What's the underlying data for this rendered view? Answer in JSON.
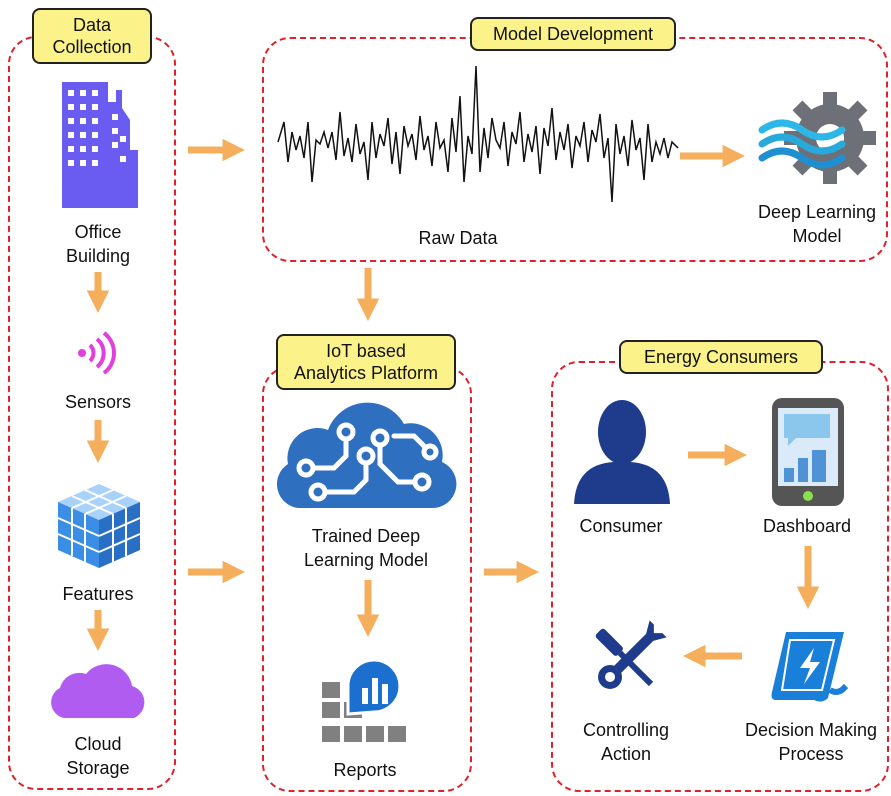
{
  "sections": {
    "data_collection": {
      "line1": "Data",
      "line2": "Collection"
    },
    "model_development": {
      "title": "Model Development"
    },
    "iot_platform": {
      "line1": "IoT based",
      "line2": "Analytics Platform"
    },
    "energy_consumers": {
      "title": "Energy Consumers"
    }
  },
  "nodes": {
    "office_building": {
      "line1": "Office",
      "line2": "Building"
    },
    "sensors": {
      "label": "Sensors"
    },
    "features": {
      "label": "Features"
    },
    "cloud_storage": {
      "line1": "Cloud",
      "line2": "Storage"
    },
    "raw_data": {
      "label": "Raw Data"
    },
    "deep_learning_model": {
      "line1": "Deep Learning",
      "line2": "Model"
    },
    "trained_model": {
      "line1": "Trained Deep",
      "line2": "Learning Model"
    },
    "reports": {
      "label": "Reports"
    },
    "consumer": {
      "label": "Consumer"
    },
    "dashboard": {
      "label": "Dashboard"
    },
    "controlling_action": {
      "line1": "Controlling",
      "line2": "Action"
    },
    "decision_process": {
      "line1": "Decision Making",
      "line2": "Process"
    }
  },
  "icons": {
    "office_building": "office-building-icon",
    "sensors": "wireless-sensor-icon",
    "features": "cube-grid-icon",
    "cloud_storage": "cloud-icon",
    "raw_data": "waveform-icon",
    "deep_learning_model": "gear-wave-icon",
    "trained_model": "brain-circuit-cloud-icon",
    "reports": "report-chart-icon",
    "consumer": "user-icon",
    "dashboard": "smartphone-dashboard-icon",
    "controlling_action": "wrench-screwdriver-icon",
    "decision_process": "scroll-lightning-icon"
  },
  "colors": {
    "panel_border": "#e0202a",
    "tag_fill": "#fbf38a",
    "arrow": "#f5ae5c",
    "building": "#6a5cf0",
    "sensor": "#e040e0",
    "cube": "#3a8ee6",
    "cloud": "#b05cf0",
    "brain": "#2f6fc0",
    "user": "#1f3c8c",
    "tools": "#1f3c8c",
    "scroll": "#1a7fd8"
  }
}
